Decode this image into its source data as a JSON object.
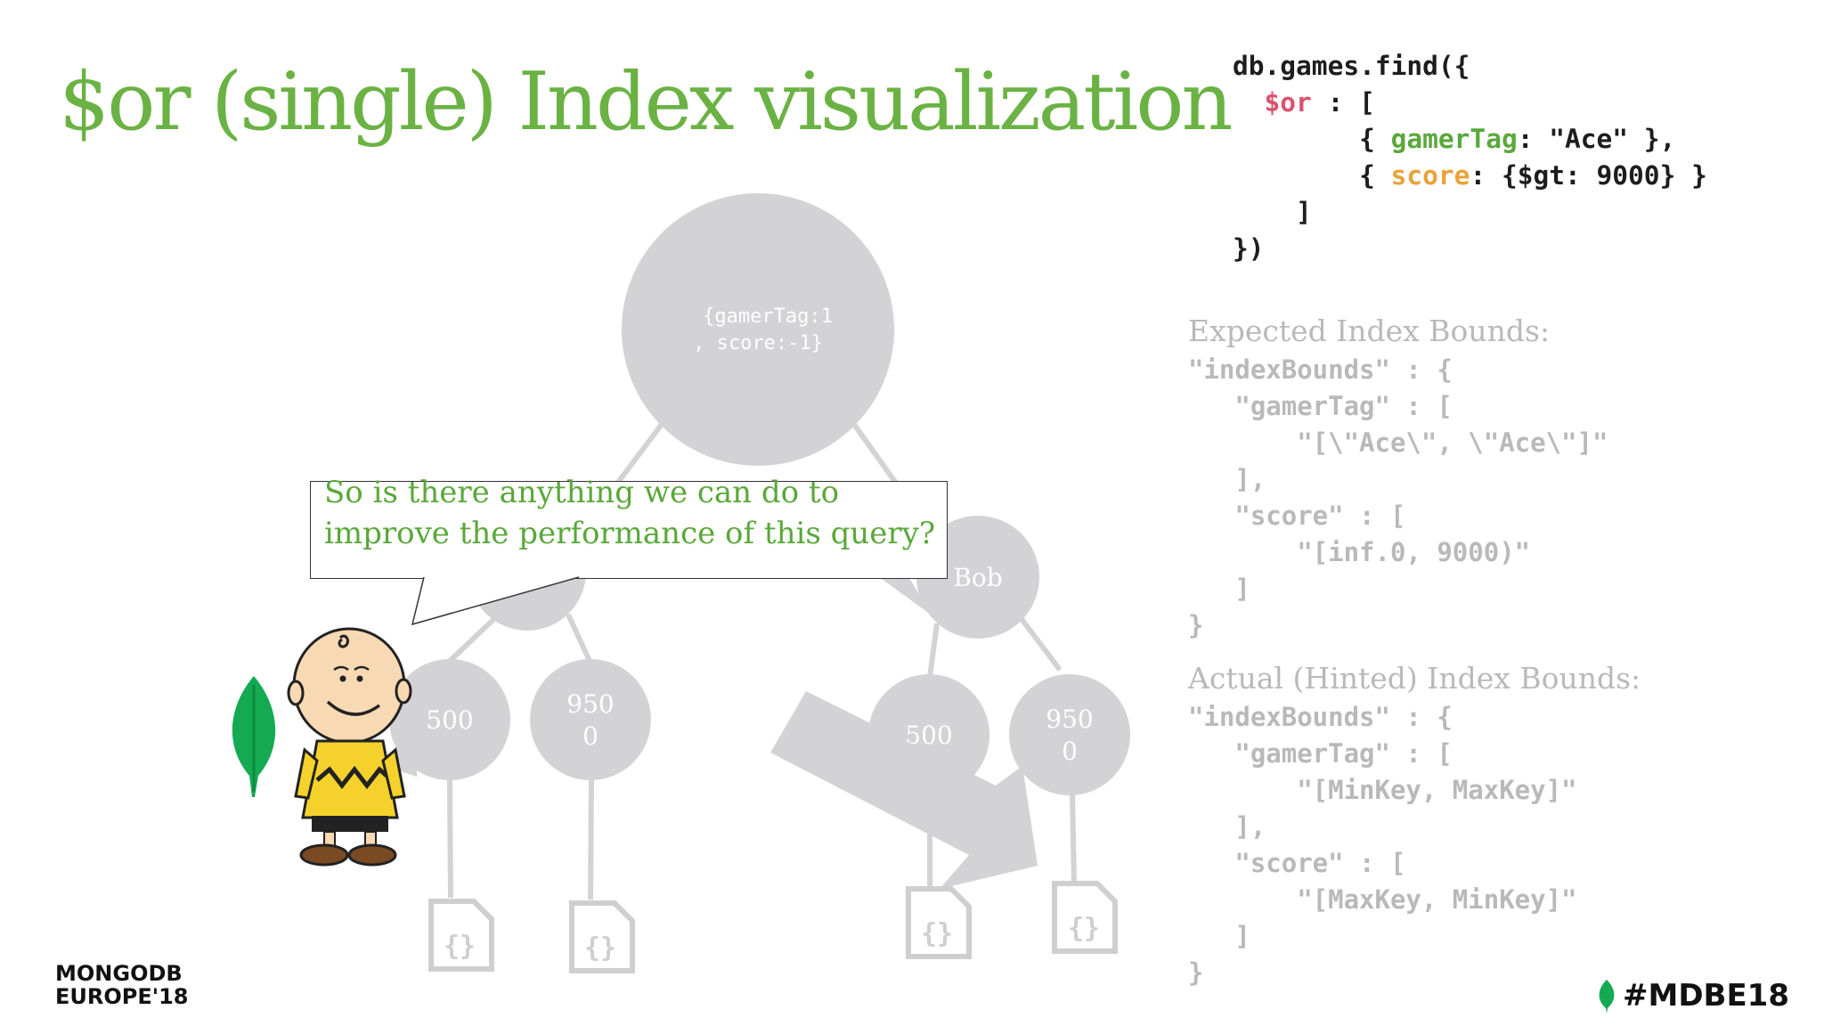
{
  "slide": {
    "title": "$or (single) Index visualization",
    "query": {
      "line1": "db.games.find({",
      "or_key": "$or",
      "or_rest": " : [",
      "open1": "{ ",
      "gamertag_key": "gamerTag",
      "gamertag_rest": ": \"Ace\" },",
      "open2": "{ ",
      "score_key": "score",
      "score_rest": ": {$gt: 9000} }",
      "close_bracket": "]",
      "close_call": "})"
    },
    "expected_bounds": {
      "heading": "Expected Index Bounds:",
      "body": "\"indexBounds\" : {\n   \"gamerTag\" : [\n       \"[\\\"Ace\\\", \\\"Ace\\\"]\"\n   ],\n   \"score\" : [\n       \"[inf.0, 9000)\"\n   ]\n}"
    },
    "actual_bounds": {
      "heading": "Actual (Hinted) Index Bounds:",
      "body": "\"indexBounds\" : {\n   \"gamerTag\" : [\n       \"[MinKey, MaxKey]\"\n   ],\n   \"score\" : [\n       \"[MaxKey, MinKey]\"\n   ]\n}"
    },
    "tree": {
      "root_line1": "{gamerTag:1",
      "root_line2": ", score:-1}",
      "right_node": "Bob",
      "left_leaf_a": "500",
      "left_leaf_b_line1": "950",
      "left_leaf_b_line2": "0",
      "right_leaf_a": "500",
      "right_leaf_b_line1": "950",
      "right_leaf_b_line2": "0",
      "doc_glyph": "{}"
    },
    "speech_bubble": "So is there anything we can do to improve the performance of this query?",
    "footer": {
      "logo": "MONGODB\nEUROPE'18",
      "hashtag": "#MDBE18"
    },
    "colors": {
      "title_green": "#6bb244",
      "node_gray": "#d3d2d4",
      "or_pink": "#d9536f",
      "gamertag_green": "#5aa83a",
      "score_orange": "#e8a33a",
      "bounds_gray": "#b9b9b9",
      "mongo_leaf": "#13aa52"
    }
  }
}
